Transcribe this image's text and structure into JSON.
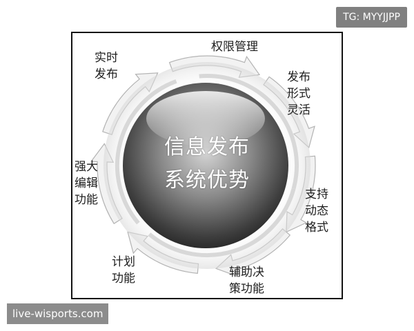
{
  "center": {
    "line1": "信息发布",
    "line2": "系统优势"
  },
  "advantages": [
    {
      "line1": "权限管理",
      "line2": "",
      "line3": ""
    },
    {
      "line1": "发布",
      "line2": "形式",
      "line3": "灵活"
    },
    {
      "line1": "支持",
      "line2": "动态",
      "line3": "格式"
    },
    {
      "line1": "辅助决",
      "line2": "策功能",
      "line3": ""
    },
    {
      "line1": "计划",
      "line2": "功能",
      "line3": ""
    },
    {
      "line1": "强大",
      "line2": "编辑",
      "line3": "功能"
    },
    {
      "line1": "实时",
      "line2": "发布",
      "line3": ""
    }
  ],
  "badge": "TG: MYYJJPP",
  "watermark": "live-wisports.com",
  "colors": {
    "sphere_center": "#c7c7c7",
    "sphere_edge": "#2b2b2b",
    "arrow_fill": "#f2f2f2",
    "arrow_stroke": "#b3b3b3"
  }
}
